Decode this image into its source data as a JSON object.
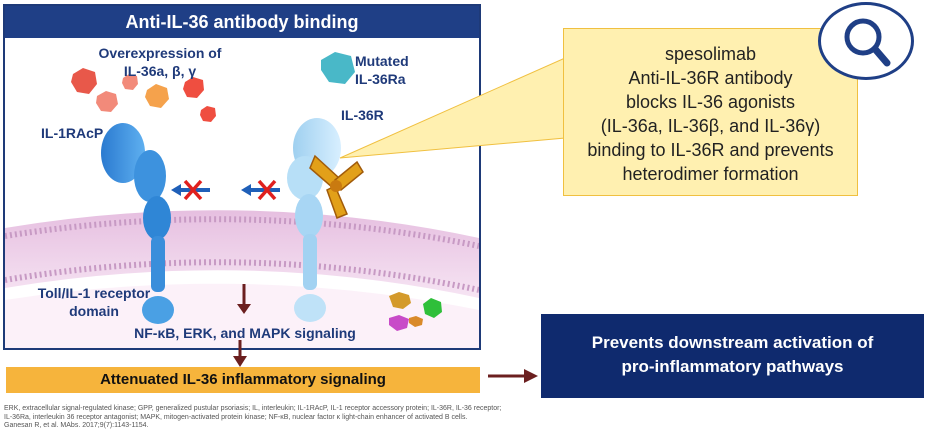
{
  "panel": {
    "title": "Anti-IL-36 antibody binding",
    "overexpression_line1": "Overexpression of",
    "overexpression_line2": "IL-36a, β, γ",
    "mutated_line1": "Mutated",
    "mutated_line2": "IL-36Ra",
    "il1racp": "IL-1RAcP",
    "il36r": "IL-36R",
    "tir_line1": "Toll/IL-1 receptor",
    "tir_line2": "domain",
    "signaling": "NF-κB, ERK, and MAPK signaling"
  },
  "callout": {
    "lines": [
      "spesolimab",
      "Anti-IL-36R antibody",
      "blocks IL-36 agonists",
      "(IL-36a, IL-36β, and IL-36γ)",
      "binding to IL-36R and prevents",
      "heterodimer formation"
    ],
    "icon": "magnifier-icon"
  },
  "attenuated": "Attenuated IL-36 inflammatory signaling",
  "prevents_line1": "Prevents downstream activation of",
  "prevents_line2": "pro-inflammatory pathways",
  "footnote": {
    "line1": "ERK, extracellular signal-regulated kinase; GPP, generalized pustular psoriasis; IL, interleukin; IL-1RAcP, IL-1 receptor accessory protein; IL-36R, IL-36 receptor;",
    "line2": "IL-36Ra, interleukin 36 receptor antagonist; MAPK, mitogen-activated protein kinase; NF-κB, nuclear factor κ light-chain enhancer of activated B cells.",
    "line3": "Ganesan R, et al. MAbs. 2017;9(7):1143-1154."
  },
  "colors": {
    "navy": "#1f3f86",
    "dark_navy": "#0f2a6e",
    "amber": "#f6b43c",
    "callout_fill": "#fff0b0",
    "arrow_red": "#6b1f1f",
    "x_red": "#e0201e",
    "arrow_blue": "#1f5fb8"
  }
}
